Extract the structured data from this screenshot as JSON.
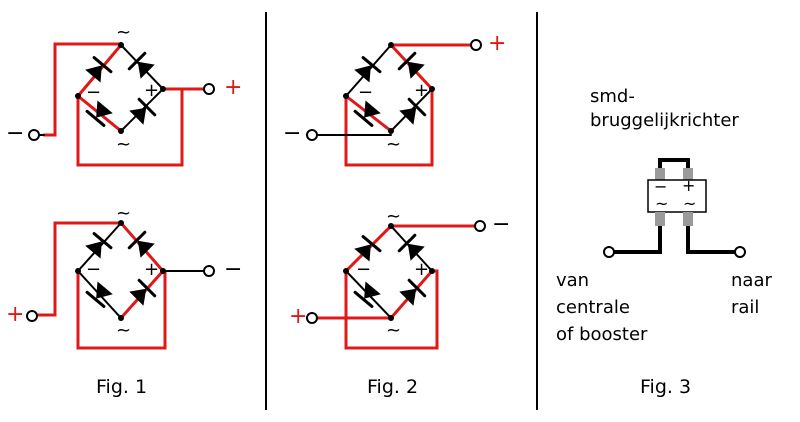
{
  "figures": [
    {
      "caption": "Fig. 1"
    },
    {
      "caption": "Fig. 2"
    },
    {
      "caption": "Fig. 3"
    }
  ],
  "symbols": {
    "plus": "+",
    "minus": "−",
    "ac": "~"
  },
  "fig3": {
    "component_label_line1": "smd-",
    "component_label_line2": "bruggelijkrichter",
    "left_label_line1": "van",
    "left_label_line2": "centrale",
    "left_label_line3": "of booster",
    "right_label_line1": "naar",
    "right_label_line2": "rail"
  },
  "colors": {
    "wire_red": "#e01818",
    "wire_black": "#000000",
    "pad_gray": "#9a9a9a"
  }
}
